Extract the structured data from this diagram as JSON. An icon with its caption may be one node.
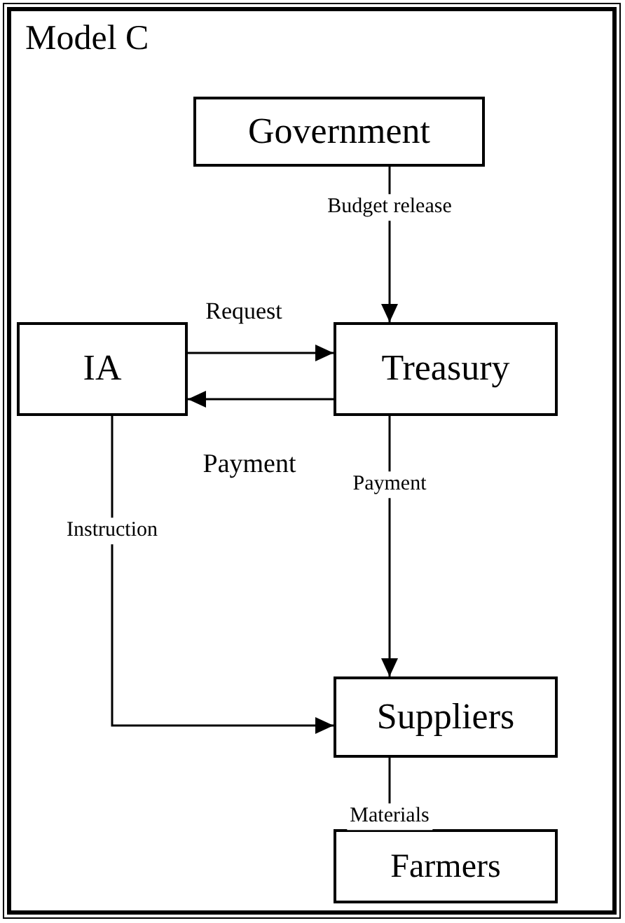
{
  "diagram": {
    "title": "Model C",
    "nodes": [
      {
        "text": [
          "Government"
        ]
      },
      {
        "text": [
          "IA"
        ]
      },
      {
        "text": [
          "Treasury"
        ]
      },
      {
        "text": [
          "Suppliers"
        ]
      },
      {
        "text": [
          "Farmers"
        ]
      }
    ],
    "edges": [
      {
        "from": 0,
        "to": 2,
        "arrow": "to",
        "label": "Budget release"
      },
      {
        "from": 1,
        "to": 2,
        "arrow": "to",
        "label": "Request"
      },
      {
        "from": 2,
        "to": 1,
        "arrow": "to",
        "label": "Payment"
      },
      {
        "from": 2,
        "to": 3,
        "arrow": "to",
        "label": "Payment"
      },
      {
        "from": 1,
        "to": 3,
        "arrow": "to",
        "label": "Instruction"
      },
      {
        "from": 3,
        "to": 4,
        "arrow": "to",
        "label": "Materials"
      }
    ]
  }
}
